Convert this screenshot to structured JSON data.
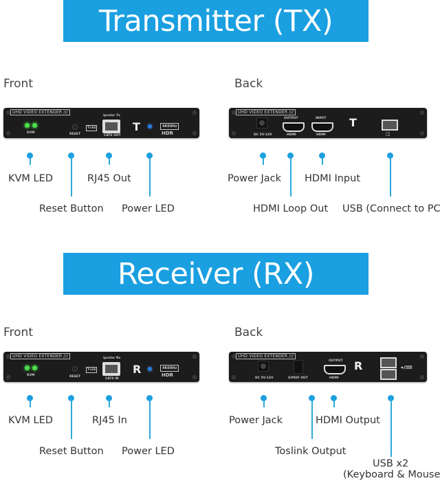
{
  "transmitter": {
    "title": "Transmitter (TX)",
    "front_label": "Front",
    "back_label": "Back",
    "front_panel": {
      "brand_tag": "UHD VIDEO EXTENDER ///",
      "kvm": "KVM",
      "reset": "RESET",
      "model": "ipcolor Tx",
      "port": "CAT6 OUT",
      "letter": "T",
      "res_badge": "4K60Hz",
      "hdr": "HDR",
      "ver": "Tv34"
    },
    "back_panel": {
      "brand_tag": "UHD VIDEO EXTENDER ///",
      "power": "DC 5V-12V",
      "out_top": "OUTPUT",
      "out_bottom": "HDMI",
      "in_top": "INPUT",
      "in_bottom": "HDMI",
      "letter": "T"
    },
    "front_callouts": [
      "KVM LED",
      "Reset Button",
      "RJ45 Out",
      "Power LED"
    ],
    "back_callouts": [
      "Power Jack",
      "HDMI Loop Out",
      "HDMI Input",
      "USB (Connect to PC)"
    ]
  },
  "receiver": {
    "title": "Receiver (RX)",
    "front_label": "Front",
    "back_label": "Back",
    "front_panel": {
      "brand_tag": "UHD VIDEO EXTENDER ///",
      "kvm": "KVM",
      "reset": "RESET",
      "model": "ipcolor Rx",
      "port": "CAT6 IN",
      "letter": "R",
      "res_badge": "4K60Hz",
      "hdr": "HDR",
      "ver": "Tv34"
    },
    "back_panel": {
      "brand_tag": "UHD VIDEO EXTENDER ///",
      "power": "DC 5V-12V",
      "spdif": "S/PDIF OUT",
      "out_top": "OUTPUT",
      "out_bottom": "HDMI",
      "letter": "R"
    },
    "front_callouts": [
      "KVM LED",
      "Reset Button",
      "RJ45 In",
      "Power LED"
    ],
    "back_callouts": [
      "Power Jack",
      "Toslink Output",
      "HDMI Output",
      "USB x2",
      "(Keyboard & Mouse)"
    ]
  }
}
